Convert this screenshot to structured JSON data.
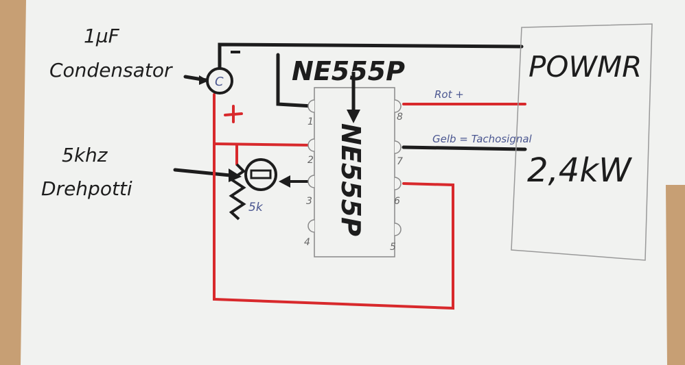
{
  "labels": {
    "capacitance": "1µF",
    "capacitor": "Condensator",
    "capacitor_symbol": "C",
    "minus": "–",
    "plus": "+",
    "frequency": "5khz",
    "pot": "Drehpotti",
    "pot_value": "5k",
    "chip_title": "NE555P",
    "chip_body": "NE555P",
    "wire_red": "Rot +",
    "wire_yellow": "Gelb = Tachosignal",
    "module_name": "POWMR",
    "module_power": "2,4kW"
  },
  "pins": {
    "left": [
      "1",
      "2",
      "3",
      "4"
    ],
    "right": [
      "8",
      "7",
      "6",
      "5"
    ]
  },
  "colors": {
    "paper": "#f1f2f0",
    "wood": "#c79f74",
    "black_wire": "#1d1d1d",
    "red_wire": "#d8292c",
    "pencil_blue": "#4a5690"
  }
}
